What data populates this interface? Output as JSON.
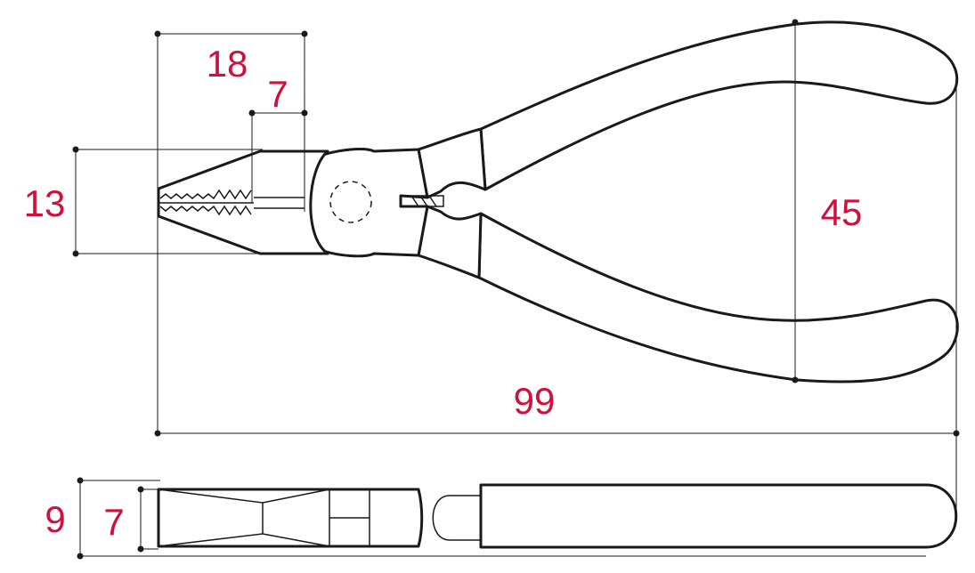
{
  "colors": {
    "dimension_text": "#d0103a",
    "lines": "#1a1a1a",
    "background": "#ffffff"
  },
  "dimensions": {
    "jaw_length": "18",
    "grip_length": "7",
    "jaw_height": "13",
    "handle_spread": "45",
    "overall_length": "99",
    "thickness": "9",
    "jaw_thickness": "7"
  }
}
